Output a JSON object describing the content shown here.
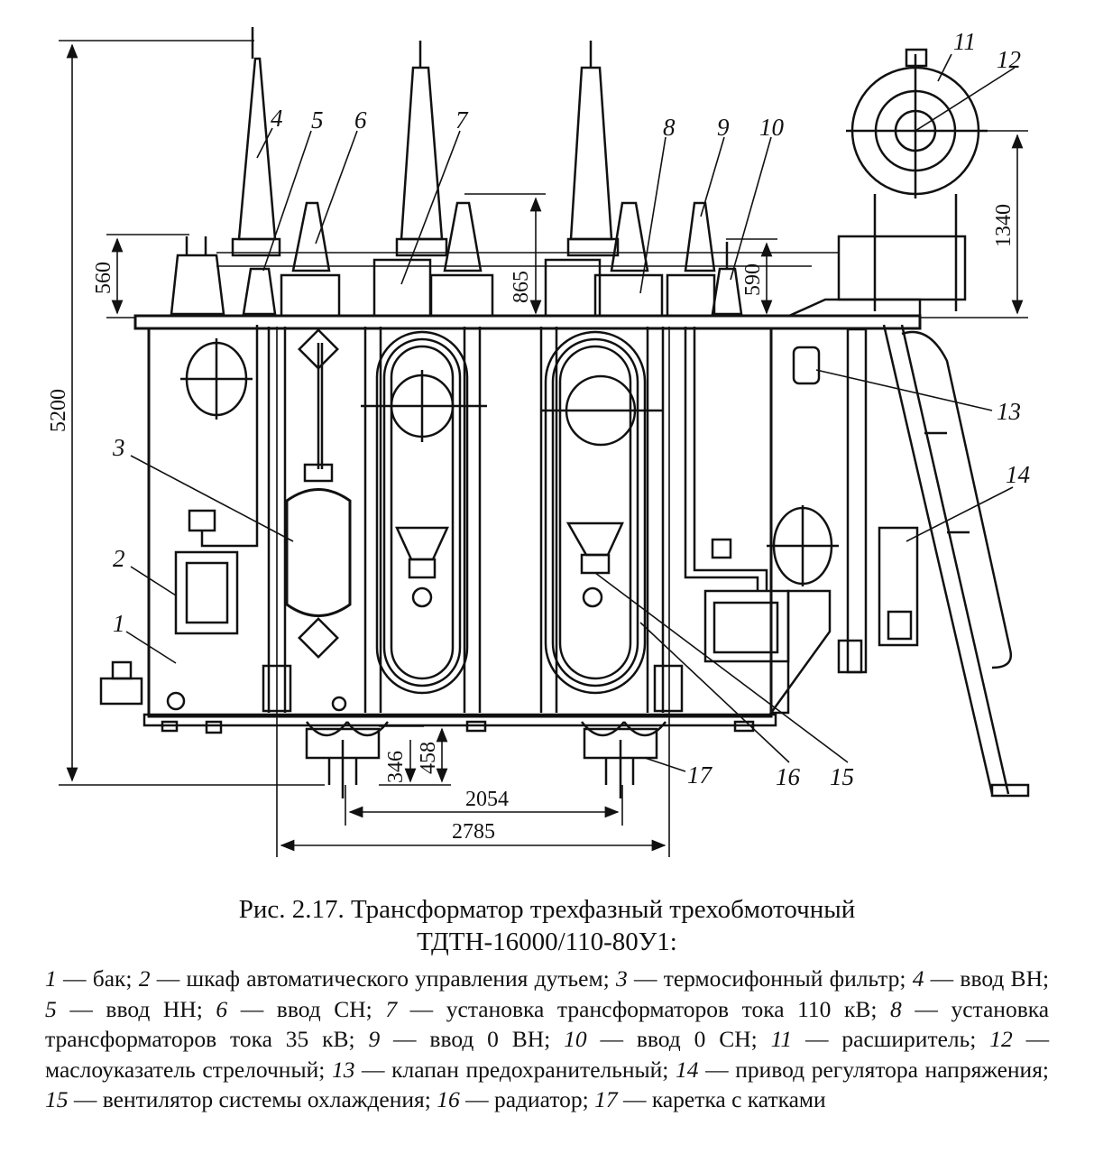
{
  "figure": {
    "caption_line1": "Рис. 2.17. Трансформатор трехфазный трехобмоточный",
    "caption_line2": "ТДТН-16000/110-80У1:",
    "dimensions": {
      "total_height": "5200",
      "d560": "560",
      "d865": "865",
      "d590": "590",
      "d1340": "1340",
      "d346": "346",
      "d458": "458",
      "d2054": "2054",
      "d2785": "2785"
    },
    "callouts": [
      "1",
      "2",
      "3",
      "4",
      "5",
      "6",
      "7",
      "8",
      "9",
      "10",
      "11",
      "12",
      "13",
      "14",
      "15",
      "16",
      "17"
    ],
    "legend": [
      {
        "num": "1",
        "text": "бак;"
      },
      {
        "num": "2",
        "text": "шкаф автоматического управления дутьем;"
      },
      {
        "num": "3",
        "text": "термосифонный фильтр;"
      },
      {
        "num": "4",
        "text": "ввод ВН;"
      },
      {
        "num": "5",
        "text": "ввод НН;"
      },
      {
        "num": "6",
        "text": "ввод СН;"
      },
      {
        "num": "7",
        "text": "установка трансформаторов тока 110 кВ;"
      },
      {
        "num": "8",
        "text": "установка трансформаторов тока 35 кВ;"
      },
      {
        "num": "9",
        "text": "ввод 0 ВН;"
      },
      {
        "num": "10",
        "text": "ввод 0 СН;"
      },
      {
        "num": "11",
        "text": "расширитель;"
      },
      {
        "num": "12",
        "text": "маслоуказатель стрелочный;"
      },
      {
        "num": "13",
        "text": "клапан предохранительный;"
      },
      {
        "num": "14",
        "text": "привод регулятора напряжения;"
      },
      {
        "num": "15",
        "text": "вентилятор системы охлаждения;"
      },
      {
        "num": "16",
        "text": "радиатор;"
      },
      {
        "num": "17",
        "text": "каретка с катками"
      }
    ]
  }
}
